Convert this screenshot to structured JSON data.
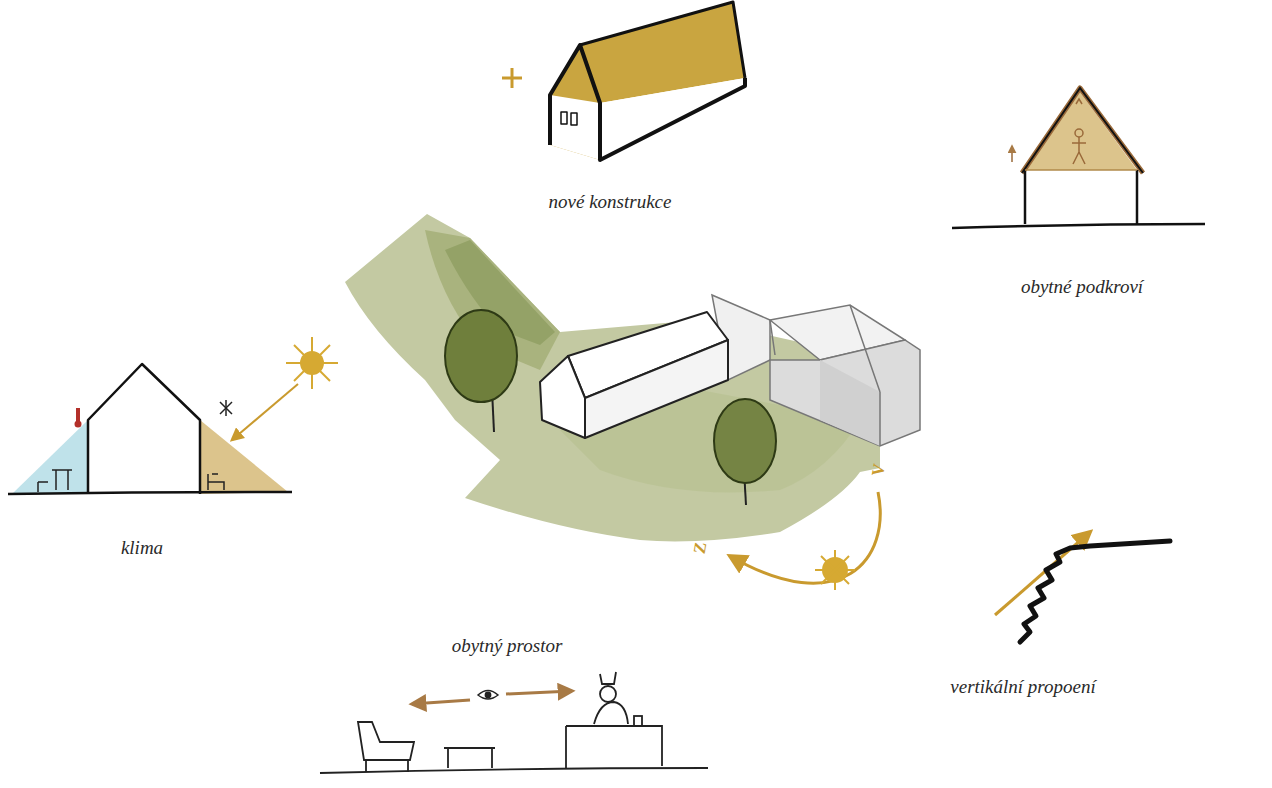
{
  "diagram": {
    "labels": [
      "nové konstrukce",
      "obytné podkroví",
      "klima",
      "obytný prostor",
      "vertikální propoení",
      "Z",
      "V"
    ]
  }
}
